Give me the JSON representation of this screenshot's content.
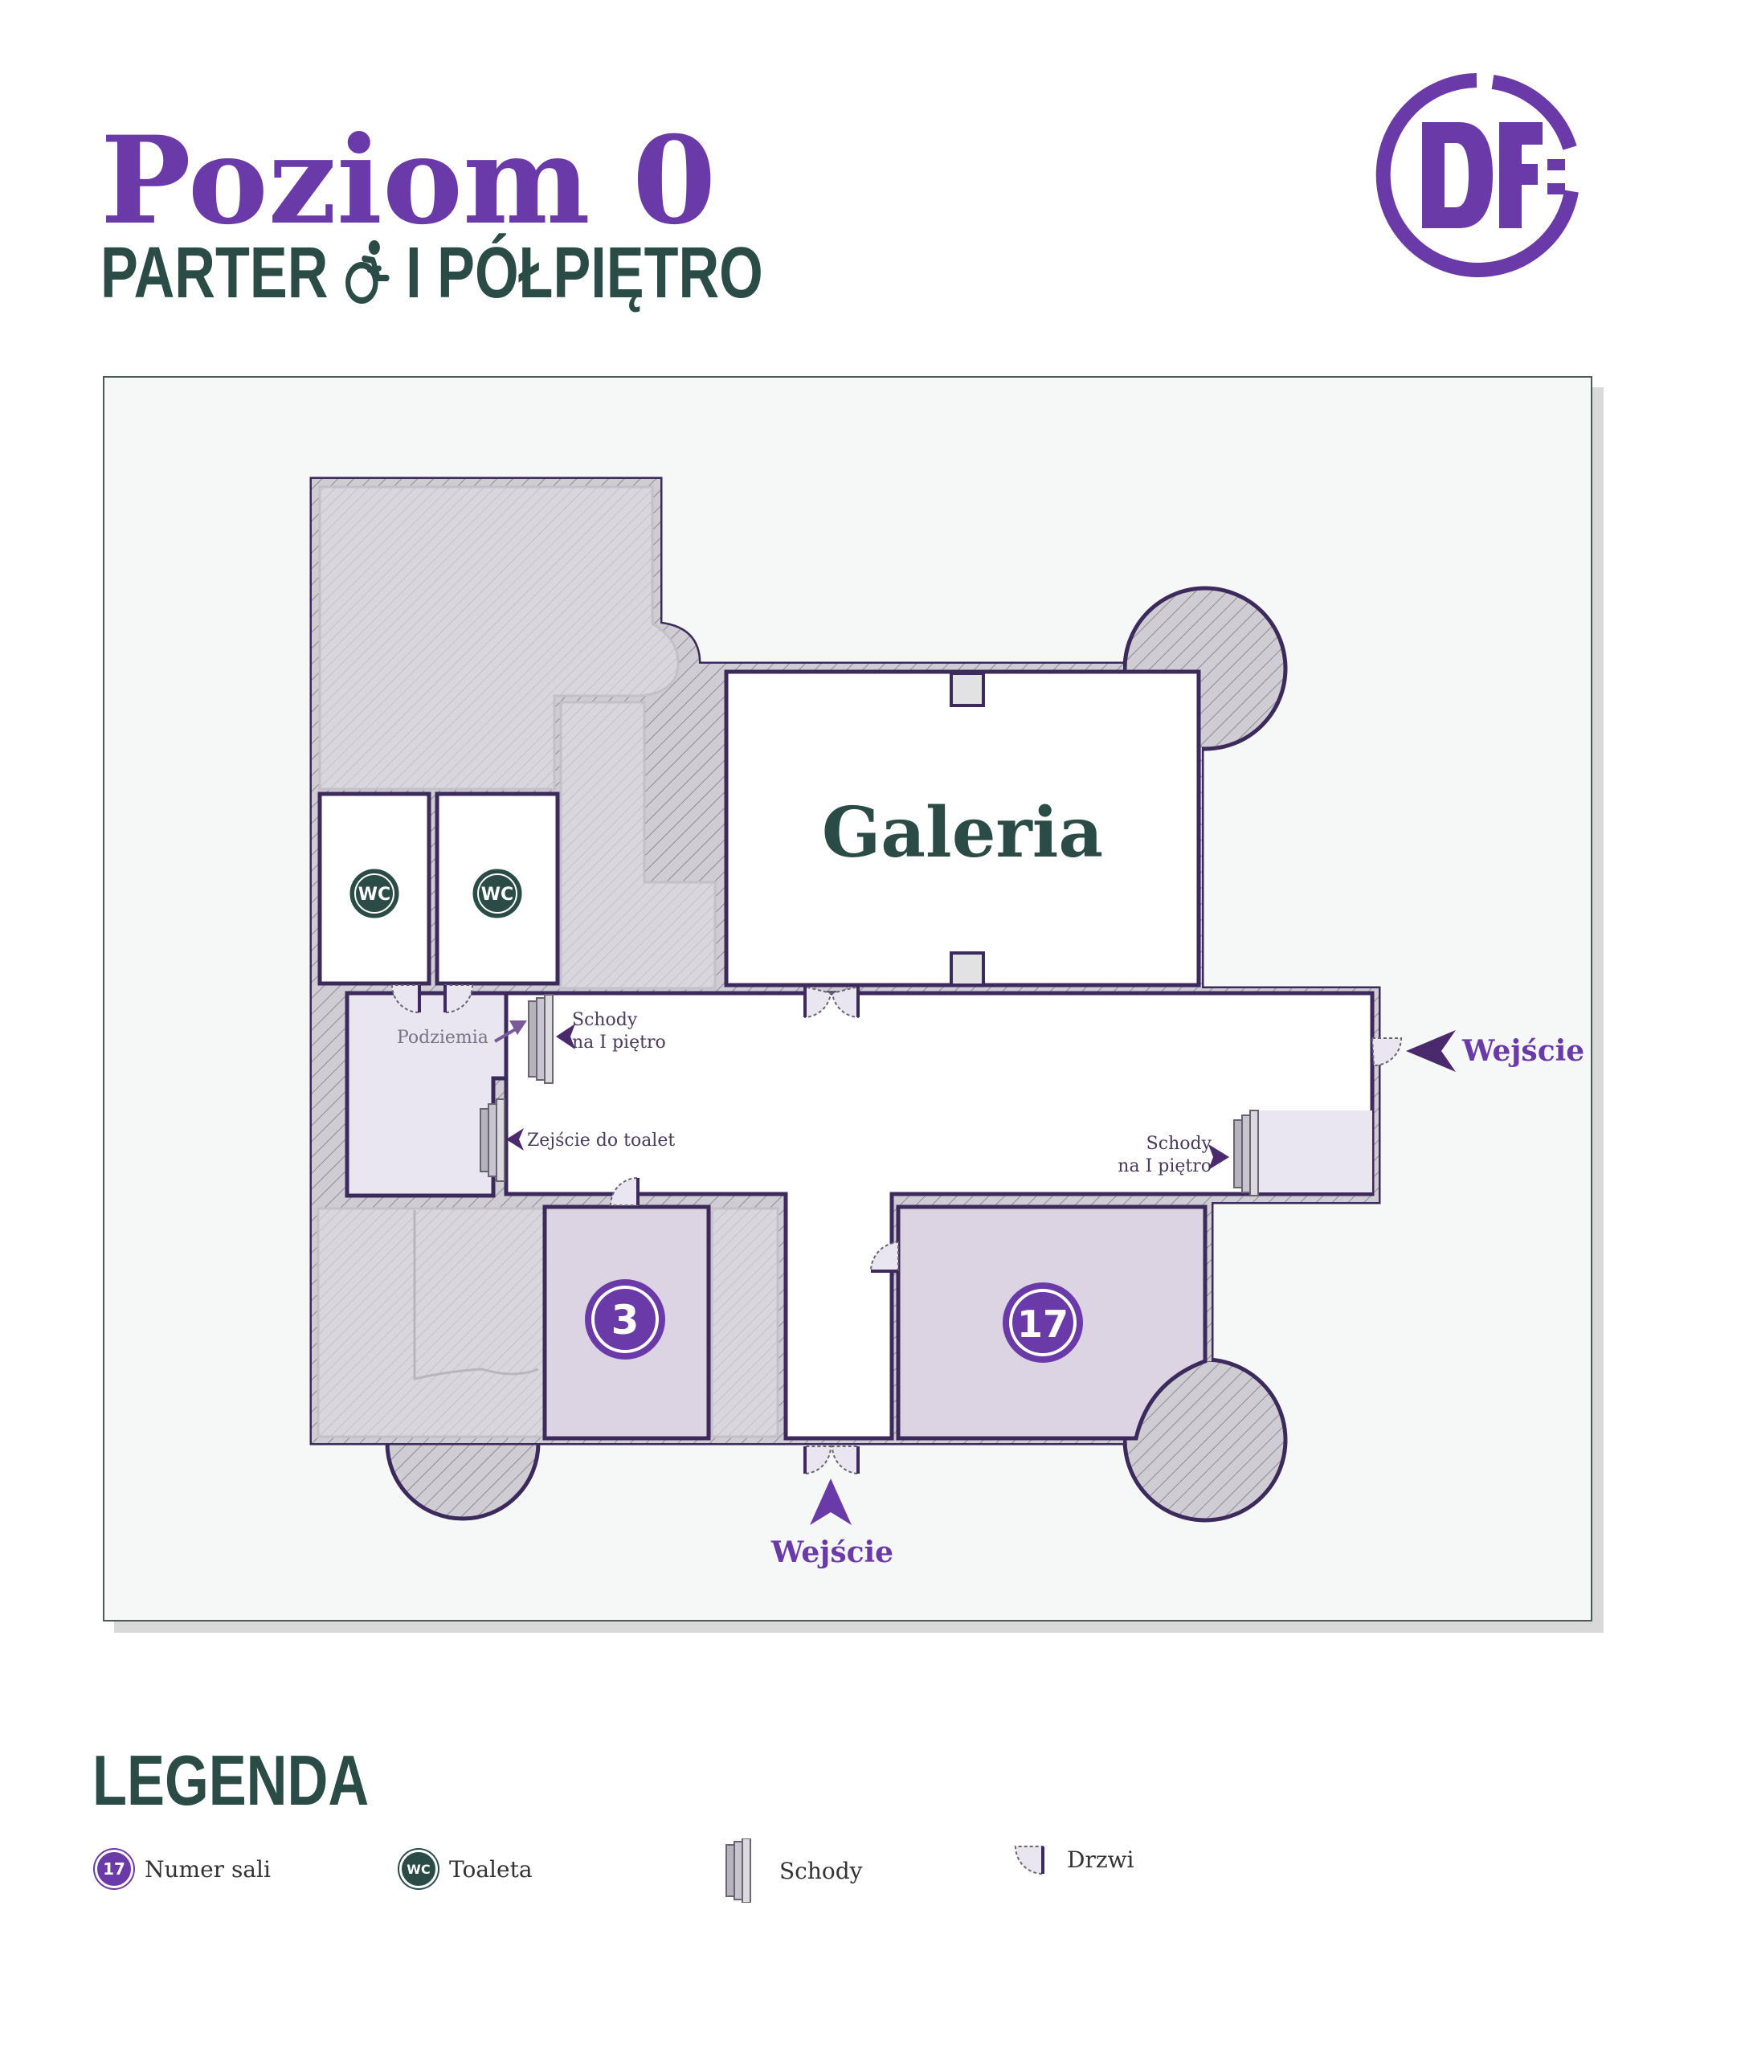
{
  "header": {
    "title": "Poziom 0",
    "subtitle_left": "PARTER",
    "subtitle_right": "I PÓŁPIĘTRO",
    "accessibility_icon": "wheelchair-icon",
    "logo_text": "DF"
  },
  "map": {
    "rooms": {
      "gallery": "Galeria",
      "room_3": "3",
      "room_17": "17",
      "wc_1": "WC",
      "wc_2": "WC"
    },
    "labels": {
      "basement": "Podziemia",
      "stairs_up_left_1": "Schody",
      "stairs_up_left_2": "na I piętro",
      "stairs_down_wc": "Zejście do toalet",
      "stairs_up_right_1": "Schody",
      "stairs_up_right_2": "na I piętro",
      "entrance_east": "Wejście",
      "entrance_south": "Wejście"
    }
  },
  "legend": {
    "title": "LEGENDA",
    "room_number_sample": "17",
    "room_number": "Numer sali",
    "wc_sample": "WC",
    "toilet": "Toaleta",
    "stairs": "Schody",
    "door": "Drzwi"
  },
  "colors": {
    "purple": "#6a3aa8",
    "dark_green": "#2a4b46",
    "wall": "#3d2a5c",
    "room_grey": "#d9d6de",
    "room_lilac": "#dcd4e3"
  }
}
